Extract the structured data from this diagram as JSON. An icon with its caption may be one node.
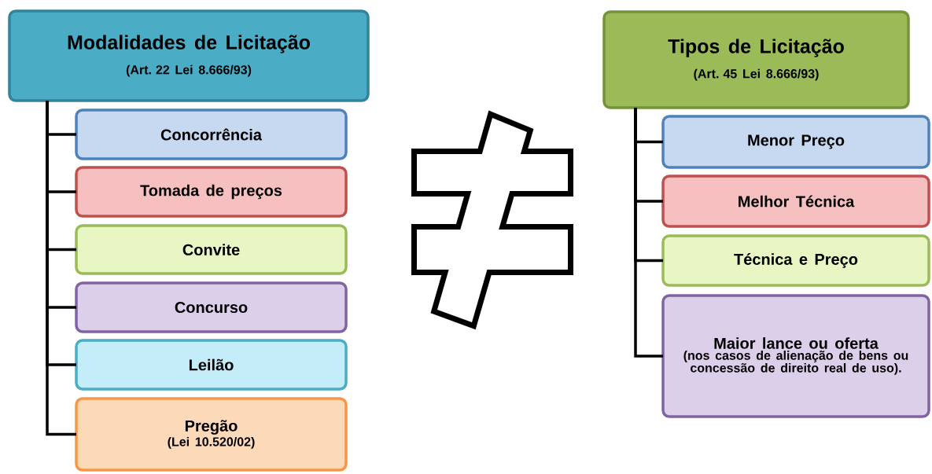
{
  "diagram": {
    "nodes": [
      {
        "text": [
          "Modalidades de Licitação",
          "(Art. 22 Lei 8.666/93)"
        ]
      },
      {
        "text": [
          "Concorrência"
        ]
      },
      {
        "text": [
          "Tomada de preços"
        ]
      },
      {
        "text": [
          "Convite"
        ]
      },
      {
        "text": [
          "Concurso"
        ]
      },
      {
        "text": [
          "Leilão"
        ]
      },
      {
        "text": [
          "Pregão",
          "(Lei 10.520/02)"
        ]
      },
      {
        "text": [
          "Tipos de Licitação",
          "(Art. 45 Lei 8.666/93)"
        ]
      },
      {
        "text": [
          "Menor Preço"
        ]
      },
      {
        "text": [
          "Melhor Técnica"
        ]
      },
      {
        "text": [
          "Técnica e Preço"
        ]
      },
      {
        "text": [
          "Maior lance ou oferta",
          "(nos casos de alienação de bens ou concessão de direito real de uso)."
        ]
      }
    ],
    "edges": [
      {
        "from": 0,
        "to": 1,
        "arrow": "none"
      },
      {
        "from": 0,
        "to": 2,
        "arrow": "none"
      },
      {
        "from": 0,
        "to": 3,
        "arrow": "none"
      },
      {
        "from": 0,
        "to": 4,
        "arrow": "none"
      },
      {
        "from": 0,
        "to": 5,
        "arrow": "none"
      },
      {
        "from": 0,
        "to": 6,
        "arrow": "none"
      },
      {
        "from": 7,
        "to": 8,
        "arrow": "none"
      },
      {
        "from": 7,
        "to": 9,
        "arrow": "none"
      },
      {
        "from": 7,
        "to": 10,
        "arrow": "none"
      },
      {
        "from": 7,
        "to": 11,
        "arrow": "none"
      }
    ]
  }
}
